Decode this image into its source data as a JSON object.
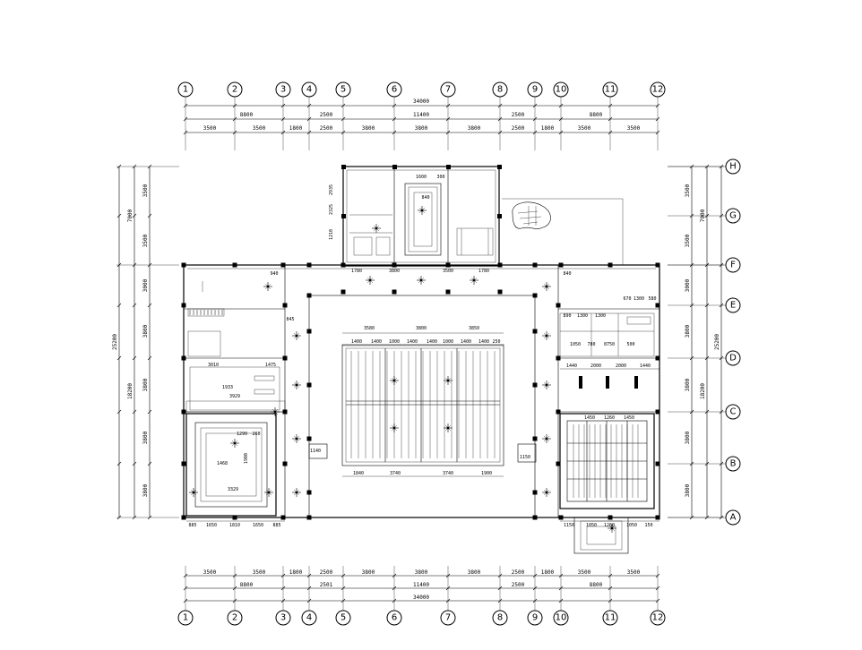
{
  "axes_top": [
    "1",
    "2",
    "3",
    "4",
    "5",
    "6",
    "7",
    "8",
    "9",
    "10",
    "11",
    "12"
  ],
  "axes_side": [
    "H",
    "G",
    "F",
    "E",
    "D",
    "C",
    "B",
    "A"
  ],
  "top_dims": {
    "total": "34000",
    "groups": [
      "8800",
      "2500",
      "11400",
      "2500",
      "8800"
    ],
    "segments": [
      "3500",
      "3500",
      "1800",
      "2500",
      "3800",
      "3800",
      "3800",
      "2500",
      "1800",
      "3500",
      "3500"
    ]
  },
  "bottom_dims": {
    "segments": [
      "3500",
      "3500",
      "1800",
      "2500",
      "3800",
      "3800",
      "3800",
      "2500",
      "1800",
      "3500",
      "3500"
    ],
    "groups": [
      "8800",
      "2501",
      "11400",
      "2500",
      "8800"
    ],
    "total": "34000"
  },
  "left_dims": {
    "total": "25200",
    "groups": [
      "7000",
      "18200"
    ],
    "segments": [
      "3500",
      "3500",
      "3000",
      "3800",
      "3800",
      "3800",
      "3800"
    ]
  },
  "right_dims": {
    "total": "25200",
    "groups": [
      "7000",
      "18200"
    ],
    "segments": [
      "3500",
      "3500",
      "3000",
      "3800",
      "3800",
      "3800",
      "3800"
    ]
  },
  "interior_labels": {
    "top_room": [
      "1600",
      "300",
      "840",
      "1780",
      "3800",
      "3500",
      "1780",
      "2325",
      "2935",
      "1210"
    ],
    "hall_top": [
      "3580",
      "3800",
      "3850"
    ],
    "hall_row": [
      "1400",
      "1400",
      "1000",
      "1400",
      "1400",
      "1000",
      "1400",
      "1400",
      "250"
    ],
    "hall_bottom": [
      "3740",
      "3740",
      "1840",
      "1900",
      "1140",
      "1150"
    ],
    "left_room": [
      "3010",
      "1475",
      "1933",
      "3929",
      "1468",
      "3329",
      "1290",
      "260",
      "1900",
      "845",
      "940"
    ],
    "left_bottom": [
      "885",
      "1650",
      "1810",
      "1650",
      "885"
    ],
    "right_top": [
      "840",
      "670",
      "1300",
      "580",
      "890",
      "1300",
      "1300",
      "1050",
      "780",
      "8750",
      "500"
    ],
    "right_mid": [
      "1440",
      "2000",
      "2000",
      "1440"
    ],
    "right_room": [
      "1450",
      "1260",
      "1450"
    ],
    "right_bottom": [
      "1150",
      "1050",
      "1260",
      "1050",
      "150"
    ]
  }
}
